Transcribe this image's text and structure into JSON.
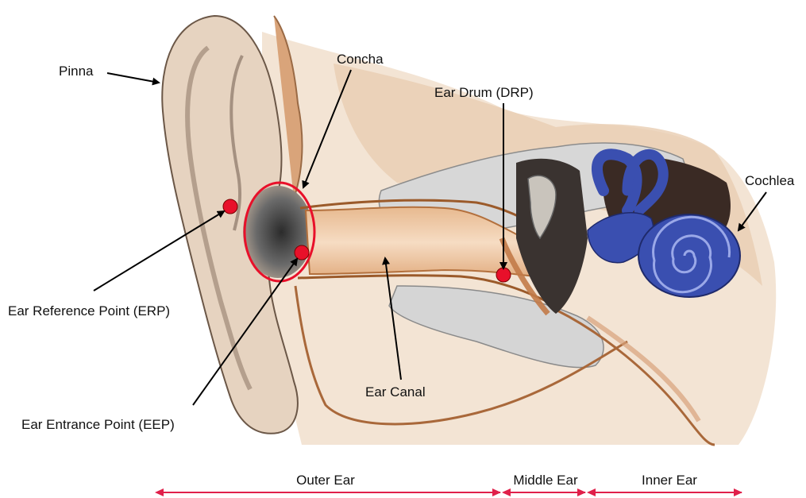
{
  "labels": {
    "pinna": "Pinna",
    "concha": "Concha",
    "ear_drum": "Ear Drum (DRP)",
    "cochlea": "Cochlea",
    "erp": "Ear Reference Point (ERP)",
    "eep": "Ear Entrance Point (EEP)",
    "ear_canal": "Ear Canal"
  },
  "sections": {
    "outer": "Outer Ear",
    "middle": "Middle Ear",
    "inner": "Inner Ear"
  },
  "colors": {
    "marker_red": "#e8102a",
    "section_arrow": "#e0204a",
    "cochlea_blue": "#3a4fb0",
    "skin": "#e9c9a8",
    "canal": "#f2d3b5",
    "bone_grey": "#cfcfcf"
  }
}
